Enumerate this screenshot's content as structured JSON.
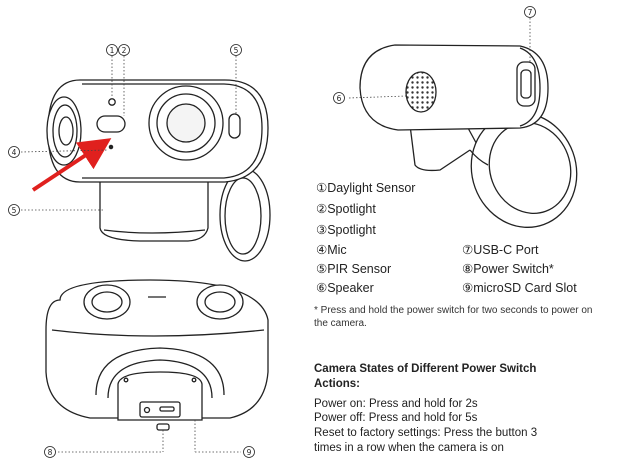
{
  "callout_numbers": {
    "c1": "1",
    "c2": "2",
    "c4": "4",
    "c5_top": "5",
    "c5_left": "5",
    "c6": "6",
    "c7": "7",
    "c8": "8",
    "c9": "9"
  },
  "legend": {
    "items": [
      "①Daylight Sensor",
      "②Spotlight",
      "③Spotlight",
      "④Mic",
      "⑤PIR Sensor",
      "⑥Speaker",
      "⑦USB-C Port",
      "⑧Power Switch*",
      "⑨microSD Card Slot"
    ]
  },
  "note": "* Press and hold the power switch for two seconds to power on the camera.",
  "states": {
    "title": "Camera States of Different Power Switch Actions:",
    "lines": [
      "Power on: Press and hold for 2s",
      "Power off: Press and hold for 5s",
      "Reset to factory settings: Press the button 3",
      "times in a row when the camera is on"
    ]
  },
  "colors": {
    "line": "#222222",
    "arrow": "#e0201e"
  }
}
